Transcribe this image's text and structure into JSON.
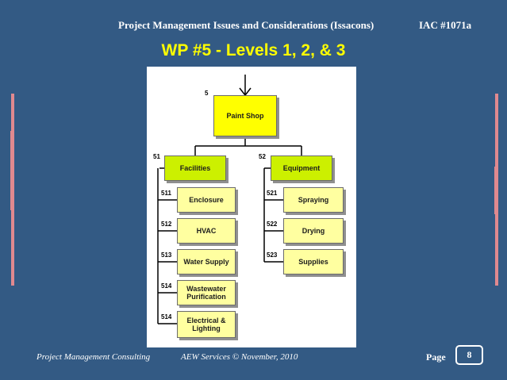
{
  "header": {
    "course_title": "Project Management Issues and Considerations (Issacons)",
    "course_code": "IAC #1071a"
  },
  "slide_title": "WP #5 - Levels 1, 2, & 3",
  "wbs": {
    "root": {
      "number": "5",
      "label": "Paint Shop"
    },
    "branches": [
      {
        "number": "51",
        "label": "Facilities",
        "children": [
          {
            "number": "511",
            "label": "Enclosure"
          },
          {
            "number": "512",
            "label": "HVAC"
          },
          {
            "number": "513",
            "label": "Water Supply"
          },
          {
            "number": "514",
            "label": "Wastewater Purification"
          },
          {
            "number": "514",
            "label": "Electrical & Lighting"
          }
        ]
      },
      {
        "number": "52",
        "label": "Equipment",
        "children": [
          {
            "number": "521",
            "label": "Spraying"
          },
          {
            "number": "522",
            "label": "Drying"
          },
          {
            "number": "523",
            "label": "Supplies"
          }
        ]
      }
    ]
  },
  "footer": {
    "company": "Project Management Consulting",
    "copyright": "AEW Services © November, 2010",
    "page_label": "Page",
    "page_number": "8"
  },
  "colors": {
    "background": "#335a84",
    "title": "#ffff00",
    "level1_box": "#ffff00",
    "level2_box": "#ccf000",
    "level3_box": "#ffffa0",
    "side_bars": "#e0898f"
  }
}
